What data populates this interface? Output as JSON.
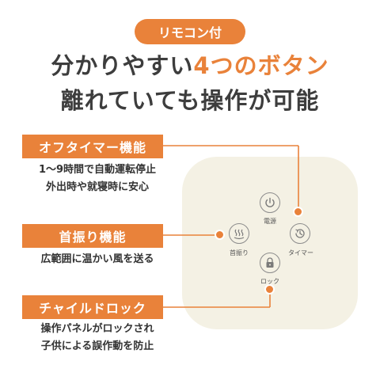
{
  "badge": "リモコン付",
  "headline": {
    "line1_pre": "分かりやすい",
    "line1_accent": "4つのボタン",
    "line2": "離れていても操作が可能"
  },
  "features": [
    {
      "title": "オフタイマー機能",
      "desc": [
        "1〜9時間で自動運転停止",
        "外出時や就寝時に安心"
      ]
    },
    {
      "title": "首振り機能",
      "desc": [
        "広範囲に温かい風を送る"
      ]
    },
    {
      "title": "チャイルドロック",
      "desc": [
        "操作パネルがロックされ",
        "子供による誤作動を防止"
      ]
    }
  ],
  "remote": {
    "power_label": "電源",
    "swing_label": "首振り",
    "timer_label": "タイマー",
    "lock_label": "ロック"
  },
  "colors": {
    "accent": "#e9823a",
    "remote_body": "#f4f1e4",
    "text": "#333333"
  }
}
